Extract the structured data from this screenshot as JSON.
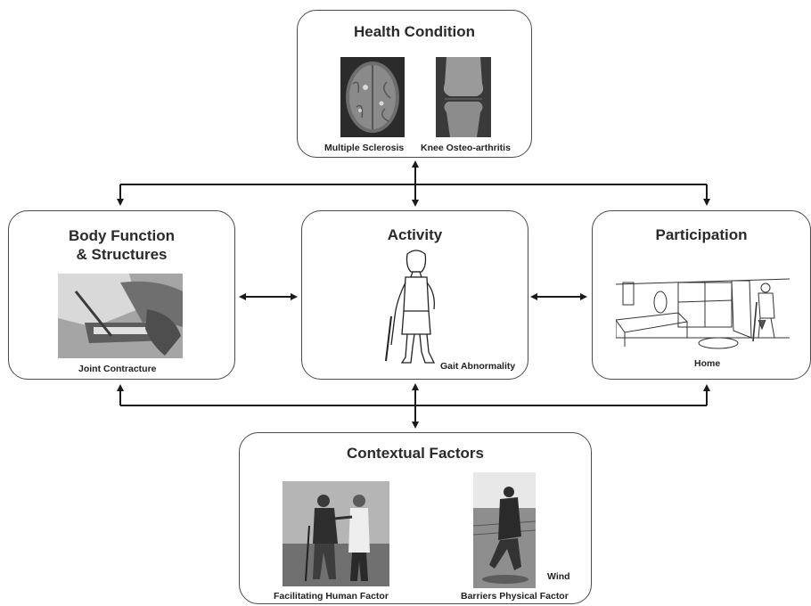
{
  "health": {
    "title": "Health Condition",
    "caption_left": "Multiple Sclerosis",
    "caption_right": "Knee Osteo-arthritis"
  },
  "body_function": {
    "title_line1": "Body Function",
    "title_line2": "& Structures",
    "caption": "Joint Contracture"
  },
  "activity": {
    "title": "Activity",
    "caption": "Gait Abnormality"
  },
  "participation": {
    "title": "Participation",
    "caption": "Home"
  },
  "contextual": {
    "title": "Contextual Factors",
    "caption_left": "Facilitating Human Factor",
    "caption_wind": "Wind",
    "caption_right": "Barriers Physical Factor"
  }
}
